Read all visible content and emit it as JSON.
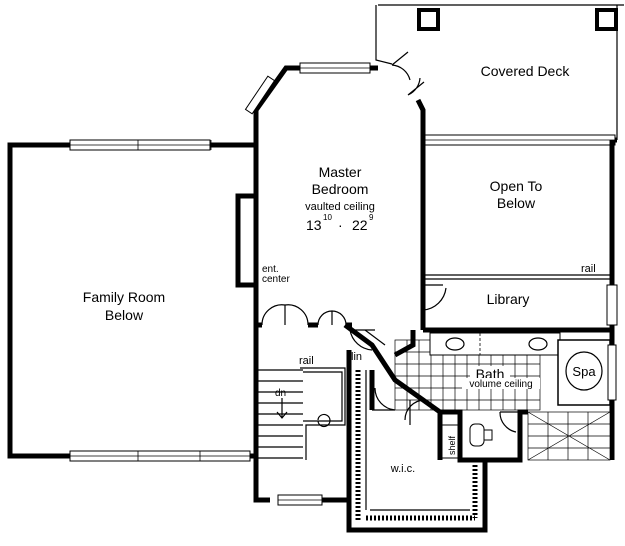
{
  "rooms": {
    "covered_deck": "Covered Deck",
    "master_bedroom_line1": "Master",
    "master_bedroom_line2": "Bedroom",
    "master_bedroom_note": "vaulted ceiling",
    "master_dim_width": "13",
    "master_dim_width_sup": "10",
    "master_dim_sep": "·",
    "master_dim_length": "22",
    "master_dim_length_sup": "9",
    "open_to_below_line1": "Open To",
    "open_to_below_line2": "Below",
    "library": "Library",
    "family_room_line1": "Family Room",
    "family_room_line2": "Below",
    "ent_center_line1": "ent.",
    "ent_center_line2": "center",
    "bath": "Bath",
    "bath_note": "volume ceiling",
    "spa": "Spa",
    "wic": "w.i.c.",
    "lin": "lin",
    "shelf": "shelf",
    "rail_stair": "rail",
    "rail_open": "rail",
    "dn": "dn"
  }
}
